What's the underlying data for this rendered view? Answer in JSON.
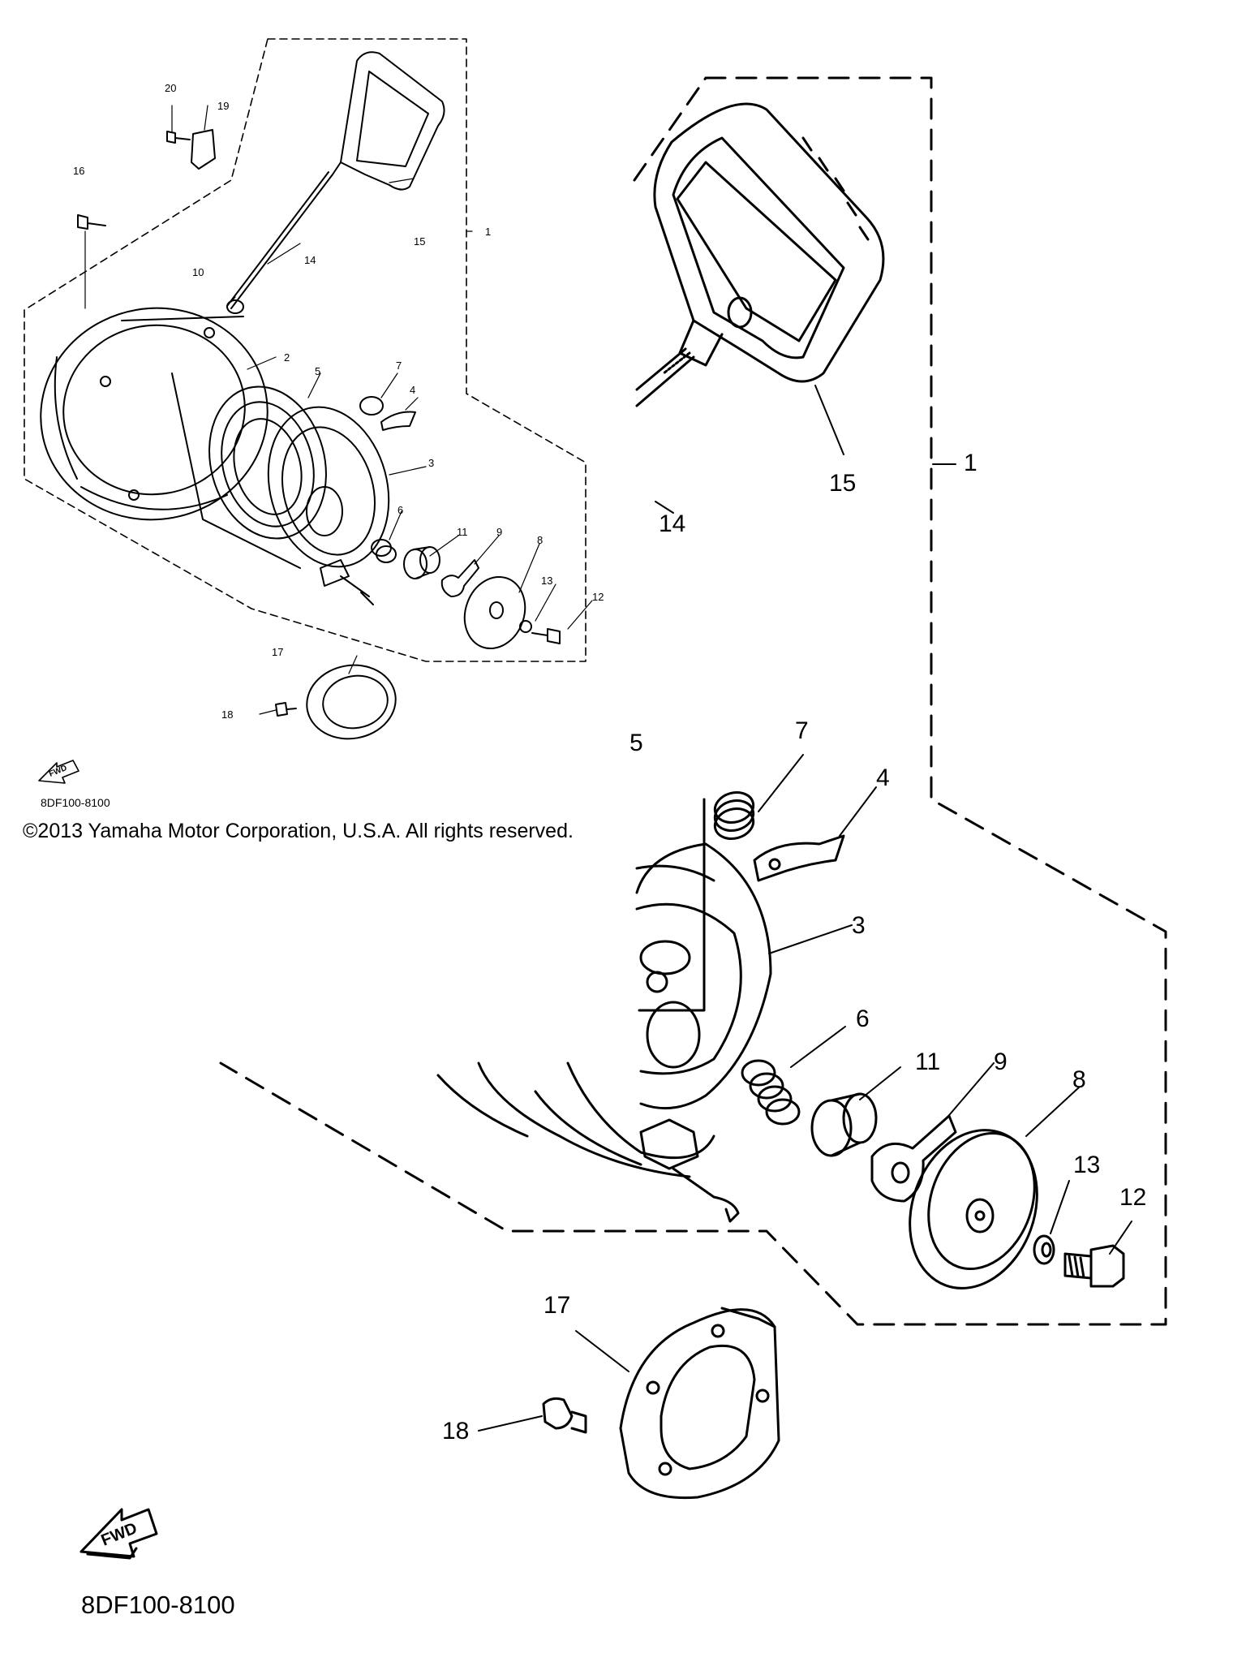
{
  "copyright": "©2013 Yamaha Motor Corporation, U.S.A. All rights reserved.",
  "diagram_code": "8DF100-8100",
  "fwd_label": "FWD",
  "callouts_overview": {
    "p1": "1",
    "p2": "2",
    "p3": "3",
    "p4": "4",
    "p5": "5",
    "p6": "6",
    "p7": "7",
    "p8": "8",
    "p9": "9",
    "p10": "10",
    "p11": "11",
    "p12": "12",
    "p13": "13",
    "p14": "14",
    "p15": "15",
    "p16": "16",
    "p17": "17",
    "p18": "18",
    "p19": "19",
    "p20": "20"
  },
  "callouts_zoom": {
    "p1": "1",
    "p3": "3",
    "p4": "4",
    "p5": "5",
    "p6": "6",
    "p7": "7",
    "p8": "8",
    "p9": "9",
    "p11": "11",
    "p12": "12",
    "p13": "13",
    "p14": "14",
    "p15": "15",
    "p17": "17",
    "p18": "18"
  }
}
